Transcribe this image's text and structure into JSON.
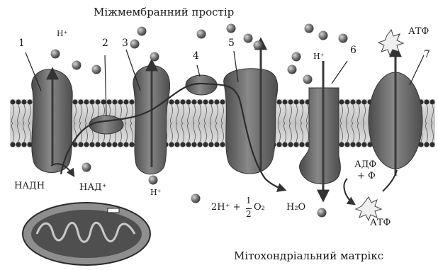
{
  "titles": {
    "top": "Міжмембранний простір",
    "bottom": "Мітохондріальний матрікс"
  },
  "complex_numbers": [
    "1",
    "2",
    "3",
    "4",
    "5",
    "6",
    "7"
  ],
  "labels": {
    "h_plus_top_1": "H⁺",
    "h_plus_top_6": "H⁺",
    "h_plus_bottom": "H⁺",
    "nadh": "НАДН",
    "nad_plus": "НАД⁺",
    "water_reaction_left": "2H⁺ +",
    "frac_num": "1",
    "frac_den": "2",
    "oxygen": "O₂",
    "water": "H₂O",
    "adp": "АДФ",
    "phosphate": "+ Ф",
    "atp_bottom": "АТФ",
    "atp_top": "АТФ"
  },
  "colors": {
    "protein": "#6f6f6f",
    "protein_dark": "#4a4a4a",
    "lipid_head": "#2e2e2e",
    "ion": "#7a7a7a",
    "membrane_band": "#c9c9c9",
    "mito_outer": "#9a9a9a",
    "mito_inner": "#5a5a5a"
  }
}
